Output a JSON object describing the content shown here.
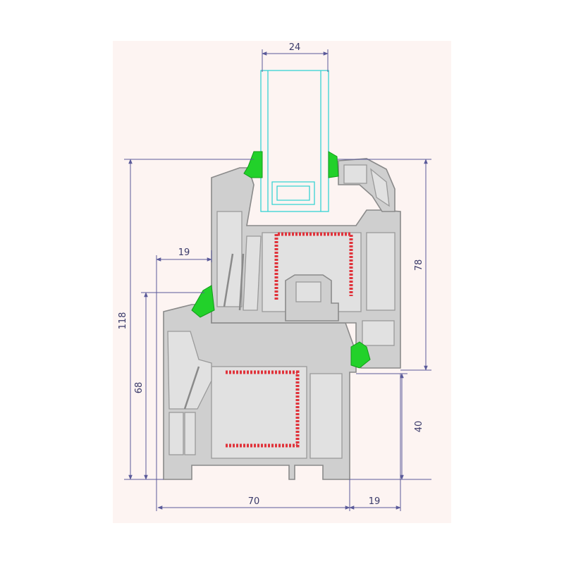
{
  "dimensions": {
    "glazing_thickness": "24",
    "sash_offset": "19",
    "overall_height": "118",
    "sash_height": "68",
    "frame_right_upper": "78",
    "frame_right_lower": "40",
    "frame_width": "70",
    "frame_rebate": "19"
  },
  "colors": {
    "background": "#fdf4f2",
    "dimension_lines": "#5a5a9a",
    "pvc_profile": "#cfcfcf",
    "gaskets": "#22d12a",
    "steel_reinforcement": "#e0333b",
    "glass_unit": "#37d3d3"
  }
}
